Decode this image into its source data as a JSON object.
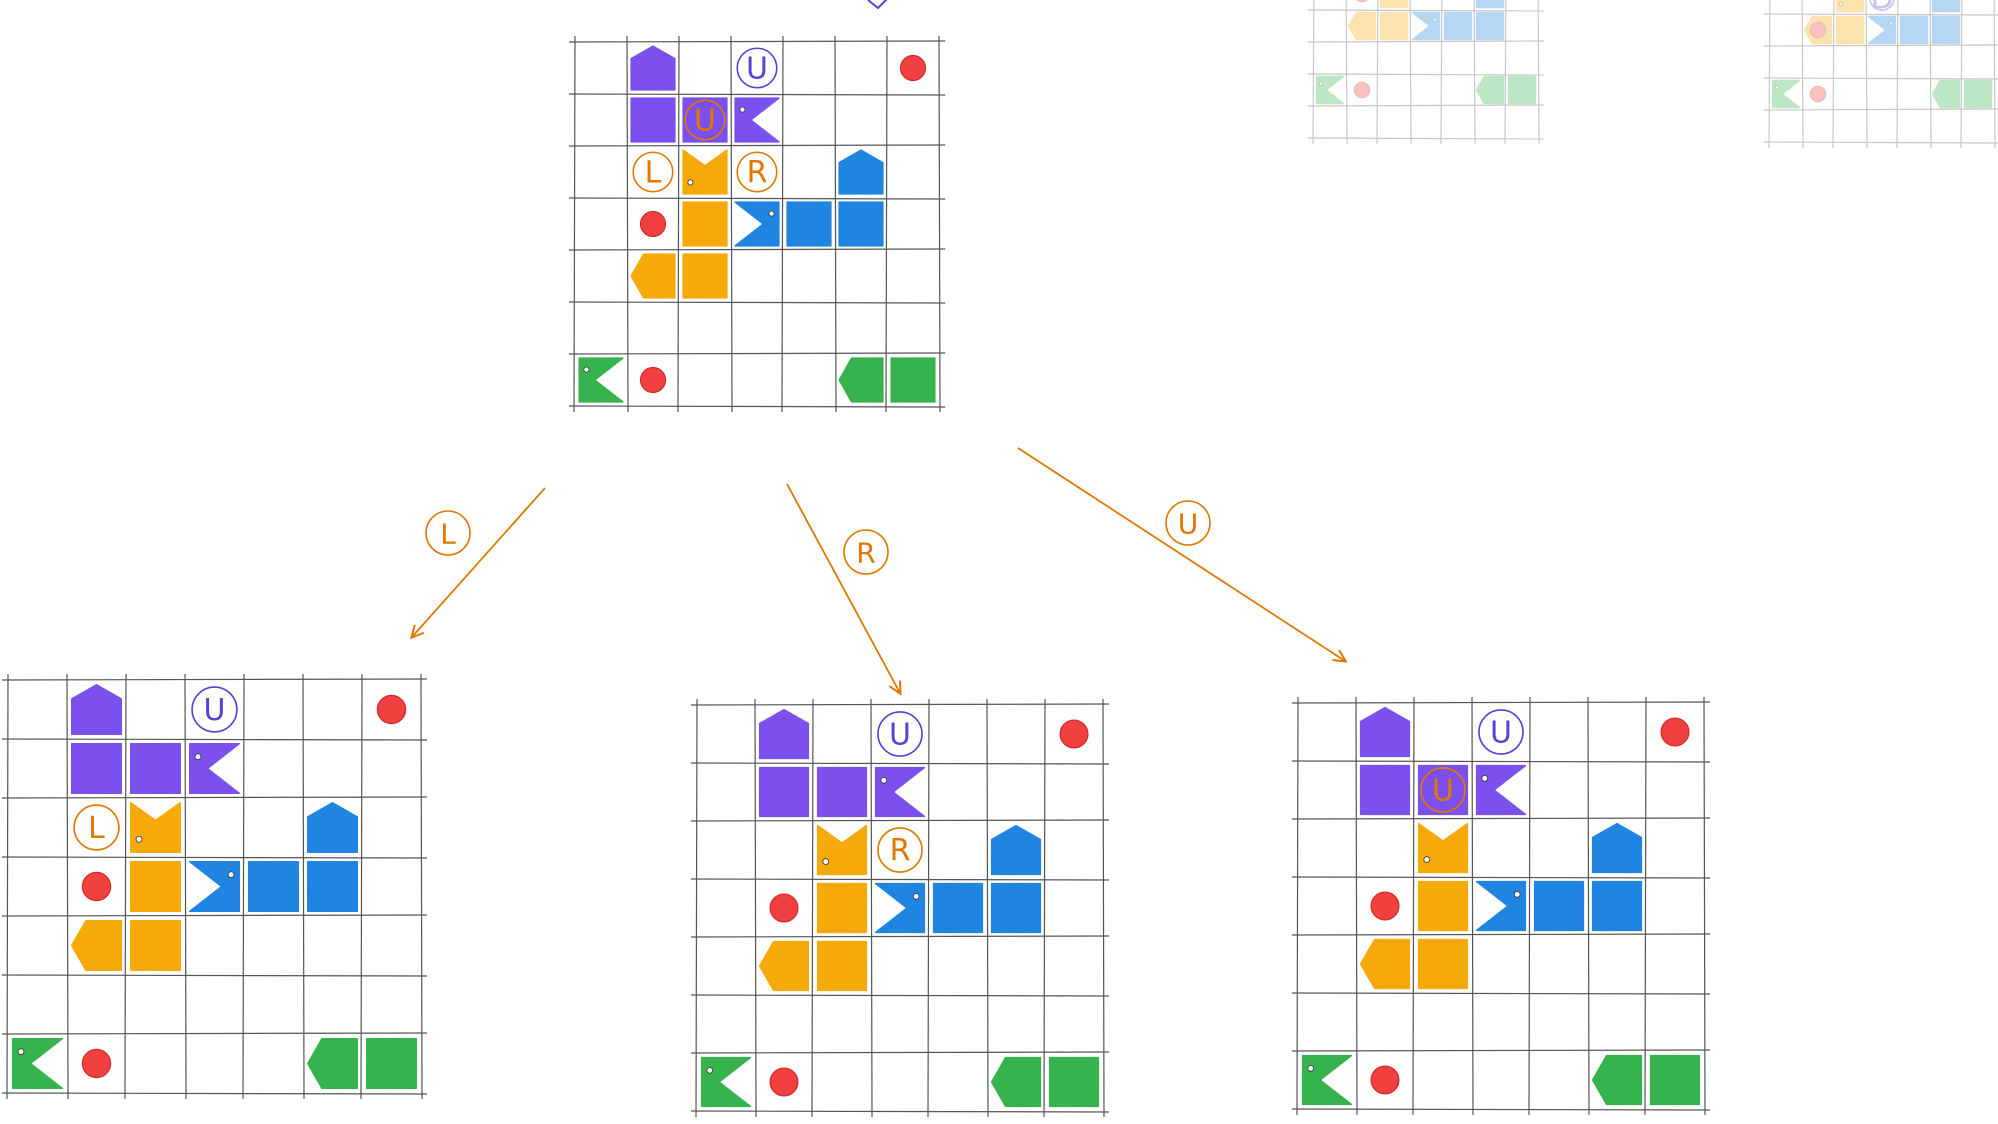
{
  "colors": {
    "purple": "#7b50ec",
    "orange": "#f5aa0a",
    "blue": "#1f85e0",
    "green": "#36b34f",
    "red": "#f04040",
    "move_orange": "#e07800",
    "move_purple": "#5b40d8",
    "grid": "#555555"
  },
  "states": [
    {
      "id": "root",
      "moves": [
        {
          "col": 3,
          "row": 0,
          "label": "U",
          "color": "purple"
        },
        {
          "col": 2,
          "row": 1,
          "label": "U",
          "color": "orange"
        },
        {
          "col": 1,
          "row": 2,
          "label": "L",
          "color": "orange"
        },
        {
          "col": 3,
          "row": 2,
          "label": "R",
          "color": "orange"
        }
      ],
      "pieces": [
        {
          "color": "purple",
          "head": {
            "col": 1,
            "row": 0,
            "dir": "up"
          },
          "body": [
            {
              "col": 1,
              "row": 1
            },
            {
              "col": 2,
              "row": 1
            }
          ],
          "mouth": {
            "col": 3,
            "row": 1,
            "dir": "right"
          }
        },
        {
          "color": "orange",
          "head": {
            "col": 1,
            "row": 4,
            "dir": "left"
          },
          "body": [
            {
              "col": 2,
              "row": 4
            },
            {
              "col": 2,
              "row": 3
            }
          ],
          "mouth": {
            "col": 2,
            "row": 2,
            "dir": "up"
          }
        },
        {
          "color": "blue",
          "head": {
            "col": 5,
            "row": 2,
            "dir": "up"
          },
          "body": [
            {
              "col": 5,
              "row": 3
            },
            {
              "col": 4,
              "row": 3
            }
          ],
          "mouth": {
            "col": 3,
            "row": 3,
            "dir": "left"
          }
        },
        {
          "color": "green",
          "head": {
            "col": 5,
            "row": 6,
            "dir": "left"
          },
          "body": [
            {
              "col": 6,
              "row": 6
            }
          ],
          "mouth": {
            "col": 0,
            "row": 6,
            "dir": "right"
          }
        }
      ],
      "apples": [
        {
          "col": 6,
          "row": 0
        },
        {
          "col": 1,
          "row": 3
        },
        {
          "col": 1,
          "row": 6
        }
      ]
    },
    {
      "id": "after-L",
      "moves": [
        {
          "col": 3,
          "row": 0,
          "label": "U",
          "color": "purple"
        },
        {
          "col": 1,
          "row": 2,
          "label": "L",
          "color": "orange"
        }
      ],
      "pieces": [
        {
          "color": "purple",
          "head": {
            "col": 1,
            "row": 0,
            "dir": "up"
          },
          "body": [
            {
              "col": 1,
              "row": 1
            },
            {
              "col": 2,
              "row": 1
            }
          ],
          "mouth": {
            "col": 3,
            "row": 1,
            "dir": "right"
          }
        },
        {
          "color": "orange",
          "head": {
            "col": 1,
            "row": 4,
            "dir": "left"
          },
          "body": [
            {
              "col": 2,
              "row": 4
            },
            {
              "col": 2,
              "row": 3
            }
          ],
          "mouth": {
            "col": 2,
            "row": 2,
            "dir": "up"
          }
        },
        {
          "color": "blue",
          "head": {
            "col": 5,
            "row": 2,
            "dir": "up"
          },
          "body": [
            {
              "col": 5,
              "row": 3
            },
            {
              "col": 4,
              "row": 3
            }
          ],
          "mouth": {
            "col": 3,
            "row": 3,
            "dir": "left"
          }
        },
        {
          "color": "green",
          "head": {
            "col": 5,
            "row": 6,
            "dir": "left"
          },
          "body": [
            {
              "col": 6,
              "row": 6
            }
          ],
          "mouth": {
            "col": 0,
            "row": 6,
            "dir": "right"
          }
        }
      ],
      "apples": [
        {
          "col": 6,
          "row": 0
        },
        {
          "col": 1,
          "row": 3
        },
        {
          "col": 1,
          "row": 6
        }
      ]
    },
    {
      "id": "after-R",
      "moves": [
        {
          "col": 3,
          "row": 0,
          "label": "U",
          "color": "purple"
        },
        {
          "col": 3,
          "row": 2,
          "label": "R",
          "color": "orange"
        }
      ],
      "pieces": [
        {
          "color": "purple",
          "head": {
            "col": 1,
            "row": 0,
            "dir": "up"
          },
          "body": [
            {
              "col": 1,
              "row": 1
            },
            {
              "col": 2,
              "row": 1
            }
          ],
          "mouth": {
            "col": 3,
            "row": 1,
            "dir": "right"
          }
        },
        {
          "color": "orange",
          "head": {
            "col": 1,
            "row": 4,
            "dir": "left"
          },
          "body": [
            {
              "col": 2,
              "row": 4
            },
            {
              "col": 2,
              "row": 3
            }
          ],
          "mouth": {
            "col": 2,
            "row": 2,
            "dir": "up"
          }
        },
        {
          "color": "blue",
          "head": {
            "col": 5,
            "row": 2,
            "dir": "up"
          },
          "body": [
            {
              "col": 5,
              "row": 3
            },
            {
              "col": 4,
              "row": 3
            }
          ],
          "mouth": {
            "col": 3,
            "row": 3,
            "dir": "left"
          }
        },
        {
          "color": "green",
          "head": {
            "col": 5,
            "row": 6,
            "dir": "left"
          },
          "body": [
            {
              "col": 6,
              "row": 6
            }
          ],
          "mouth": {
            "col": 0,
            "row": 6,
            "dir": "right"
          }
        }
      ],
      "apples": [
        {
          "col": 6,
          "row": 0
        },
        {
          "col": 1,
          "row": 3
        },
        {
          "col": 1,
          "row": 6
        }
      ]
    },
    {
      "id": "after-U",
      "moves": [
        {
          "col": 3,
          "row": 0,
          "label": "U",
          "color": "purple"
        },
        {
          "col": 2,
          "row": 1,
          "label": "U",
          "color": "orange"
        }
      ],
      "pieces": [
        {
          "color": "purple",
          "head": {
            "col": 1,
            "row": 0,
            "dir": "up"
          },
          "body": [
            {
              "col": 1,
              "row": 1
            },
            {
              "col": 2,
              "row": 1
            }
          ],
          "mouth": {
            "col": 3,
            "row": 1,
            "dir": "right"
          }
        },
        {
          "color": "orange",
          "head": {
            "col": 1,
            "row": 4,
            "dir": "left"
          },
          "body": [
            {
              "col": 2,
              "row": 4
            },
            {
              "col": 2,
              "row": 3
            }
          ],
          "mouth": {
            "col": 2,
            "row": 2,
            "dir": "up"
          }
        },
        {
          "color": "blue",
          "head": {
            "col": 5,
            "row": 2,
            "dir": "up"
          },
          "body": [
            {
              "col": 5,
              "row": 3
            },
            {
              "col": 4,
              "row": 3
            }
          ],
          "mouth": {
            "col": 3,
            "row": 3,
            "dir": "left"
          }
        },
        {
          "color": "green",
          "head": {
            "col": 5,
            "row": 6,
            "dir": "left"
          },
          "body": [
            {
              "col": 6,
              "row": 6
            }
          ],
          "mouth": {
            "col": 0,
            "row": 6,
            "dir": "right"
          }
        }
      ],
      "apples": [
        {
          "col": 6,
          "row": 0
        },
        {
          "col": 1,
          "row": 3
        },
        {
          "col": 1,
          "row": 6
        }
      ]
    },
    {
      "id": "faded-right-1",
      "moves": [],
      "pieces": [
        {
          "color": "orange",
          "head": {
            "col": 1,
            "row": 1,
            "dir": "left"
          },
          "body": [
            {
              "col": 2,
              "row": 1
            },
            {
              "col": 2,
              "row": 0
            }
          ],
          "mouth": null
        },
        {
          "color": "blue",
          "head": {
            "col": 5,
            "row": 0,
            "dir": "up"
          },
          "body": [
            {
              "col": 5,
              "row": 1
            },
            {
              "col": 4,
              "row": 1
            }
          ],
          "mouth": {
            "col": 3,
            "row": 1,
            "dir": "left"
          }
        },
        {
          "color": "green",
          "head": {
            "col": 5,
            "row": 3,
            "dir": "left"
          },
          "body": [
            {
              "col": 6,
              "row": 3
            }
          ],
          "mouth": {
            "col": 0,
            "row": 3,
            "dir": "right"
          }
        }
      ],
      "apples": [
        {
          "col": 1,
          "row": 0
        },
        {
          "col": 1,
          "row": 3
        }
      ]
    },
    {
      "id": "faded-right-2",
      "moves": [
        {
          "col": 3,
          "row": 0,
          "label": "D",
          "color": "purple"
        }
      ],
      "pieces": [
        {
          "color": "orange",
          "head": {
            "col": 1,
            "row": 1,
            "dir": "left"
          },
          "body": [
            {
              "col": 2,
              "row": 1
            },
            {
              "col": 2,
              "row": 0
            }
          ],
          "mouth": {
            "col": 2,
            "row": 0,
            "dir": "up"
          }
        },
        {
          "color": "blue",
          "head": {
            "col": 5,
            "row": 0,
            "dir": "up"
          },
          "body": [
            {
              "col": 5,
              "row": 1
            },
            {
              "col": 4,
              "row": 1
            }
          ],
          "mouth": {
            "col": 3,
            "row": 1,
            "dir": "left"
          }
        },
        {
          "color": "green",
          "head": {
            "col": 5,
            "row": 3,
            "dir": "left"
          },
          "body": [
            {
              "col": 6,
              "row": 3
            }
          ],
          "mouth": {
            "col": 0,
            "row": 3,
            "dir": "right"
          }
        }
      ],
      "apples": [
        {
          "col": 1,
          "row": 1
        },
        {
          "col": 1,
          "row": 3
        }
      ]
    }
  ],
  "edges": [
    {
      "from": "root",
      "to": "after-L",
      "label": "L"
    },
    {
      "from": "root",
      "to": "after-R",
      "label": "R"
    },
    {
      "from": "root",
      "to": "after-U",
      "label": "U"
    }
  ]
}
